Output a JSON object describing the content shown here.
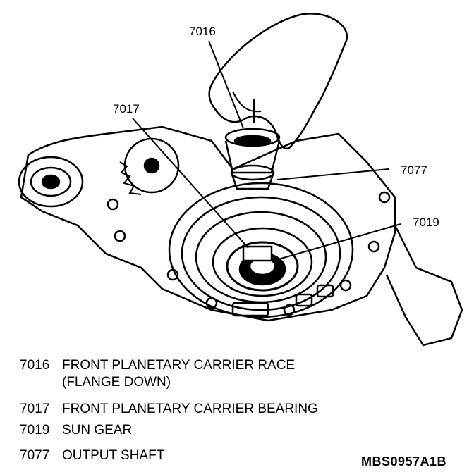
{
  "callouts": {
    "c7016": "7016",
    "c7017": "7017",
    "c7077": "7077",
    "c7019": "7019"
  },
  "legend": [
    {
      "number": "7016",
      "line1": "FRONT PLANETARY CARRIER RACE",
      "line2": "(FLANGE DOWN)"
    },
    {
      "number": "7017",
      "line1": "FRONT PLANETARY CARRIER BEARING"
    },
    {
      "number": "7019",
      "line1": "SUN GEAR"
    },
    {
      "number": "7077",
      "line1": "OUTPUT SHAFT"
    }
  ],
  "figure_id": "MBS0957A1B"
}
